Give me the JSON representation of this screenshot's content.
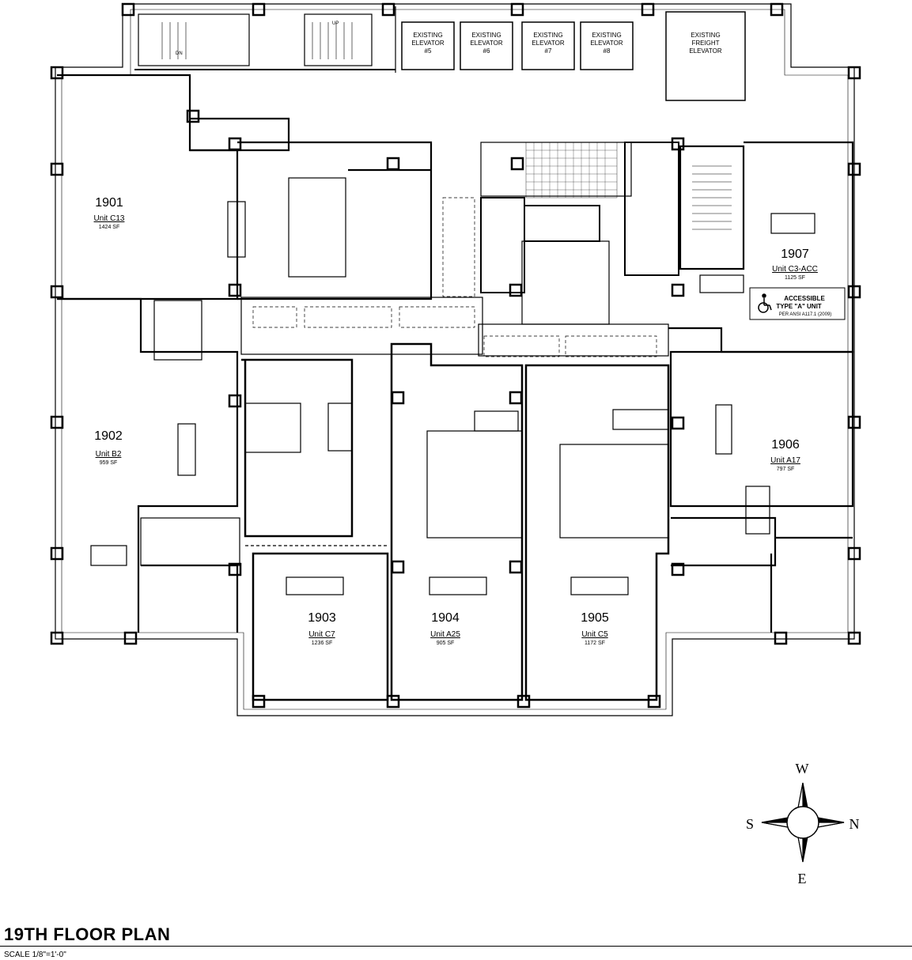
{
  "plan": {
    "title": "19TH FLOOR PLAN",
    "scale": "SCALE 1/8\"=1'-0\""
  },
  "units": [
    {
      "number": "1901",
      "name": "Unit C13",
      "area": "1424 SF"
    },
    {
      "number": "1902",
      "name": "Unit B2",
      "area": "959 SF"
    },
    {
      "number": "1903",
      "name": "Unit C7",
      "area": "1236 SF"
    },
    {
      "number": "1904",
      "name": "Unit A25",
      "area": "905 SF"
    },
    {
      "number": "1905",
      "name": "Unit C5",
      "area": "1172 SF"
    },
    {
      "number": "1906",
      "name": "Unit A17",
      "area": "797 SF"
    },
    {
      "number": "1907",
      "name": "Unit C3-ACC",
      "area": "1125 SF"
    }
  ],
  "elevators": [
    {
      "line1": "EXISTING",
      "line2": "ELEVATOR",
      "line3": "#5"
    },
    {
      "line1": "EXISTING",
      "line2": "ELEVATOR",
      "line3": "#6"
    },
    {
      "line1": "EXISTING",
      "line2": "ELEVATOR",
      "line3": "#7"
    },
    {
      "line1": "EXISTING",
      "line2": "ELEVATOR",
      "line3": "#8"
    }
  ],
  "freight_elevator": {
    "line1": "EXISTING",
    "line2": "FREIGHT",
    "line3": "ELEVATOR"
  },
  "stair_labels": {
    "down": "DN",
    "up": "UP"
  },
  "accessible_sign": {
    "line1": "ACCESSIBLE",
    "line2": "TYPE \"A\" UNIT",
    "line3": "PER ANSI A117.1 (2009)",
    "icon": "wheelchair-icon"
  },
  "compass": {
    "north": "N",
    "south": "S",
    "east": "E",
    "west": "W"
  }
}
